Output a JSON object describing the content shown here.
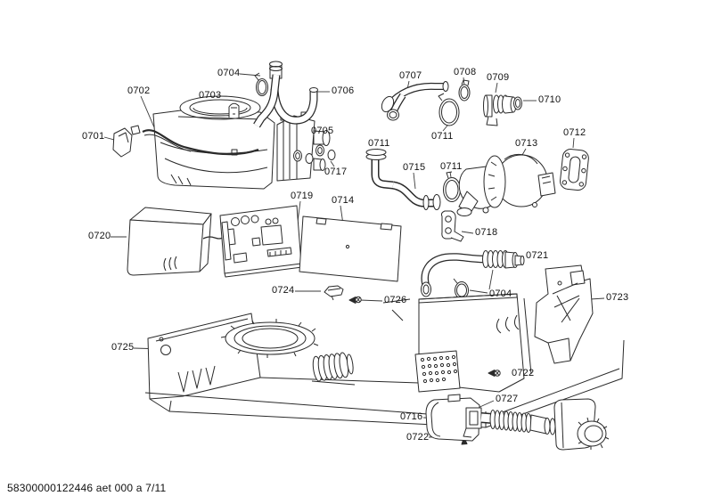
{
  "document": {
    "footer_text": "58300000122446 aet 000 a 7/11",
    "document_number": "58300000122446",
    "revision_code": "aet 000 a",
    "page_indicator": "7/11"
  },
  "diagram": {
    "kind": "exploded-parts-diagram",
    "line_color": "#2a2a2a",
    "background_color": "#ffffff",
    "part_labels": [
      {
        "part": "0701"
      },
      {
        "part": "0702"
      },
      {
        "part": "0703"
      },
      {
        "part": "0704"
      },
      {
        "part": "0705"
      },
      {
        "part": "0706"
      },
      {
        "part": "0707"
      },
      {
        "part": "0708"
      },
      {
        "part": "0709"
      },
      {
        "part": "0710"
      },
      {
        "part": "0711"
      },
      {
        "part": "0711"
      },
      {
        "part": "0711"
      },
      {
        "part": "0712"
      },
      {
        "part": "0713"
      },
      {
        "part": "0714"
      },
      {
        "part": "0715"
      },
      {
        "part": "0716"
      },
      {
        "part": "0717"
      },
      {
        "part": "0718"
      },
      {
        "part": "0719"
      },
      {
        "part": "0720"
      },
      {
        "part": "0721"
      },
      {
        "part": "0704"
      },
      {
        "part": "0722"
      },
      {
        "part": "0722"
      },
      {
        "part": "0723"
      },
      {
        "part": "0724"
      },
      {
        "part": "0725"
      },
      {
        "part": "0726"
      },
      {
        "part": "0727"
      }
    ]
  }
}
